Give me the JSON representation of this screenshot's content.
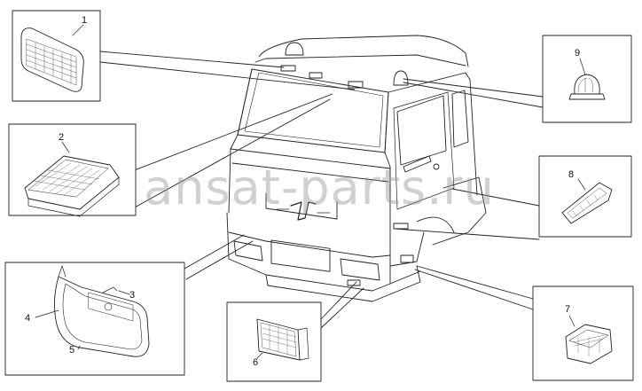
{
  "callouts": {
    "c1": "1",
    "c2": "2",
    "c3": "3",
    "c4": "4",
    "c5": "5",
    "c6": "6",
    "c7": "7",
    "c8": "8",
    "c9": "9"
  },
  "watermark": "ansat-parts.ru",
  "colors": {
    "line": "#222222",
    "panel": "#ffffff",
    "watermark": "#969696"
  }
}
